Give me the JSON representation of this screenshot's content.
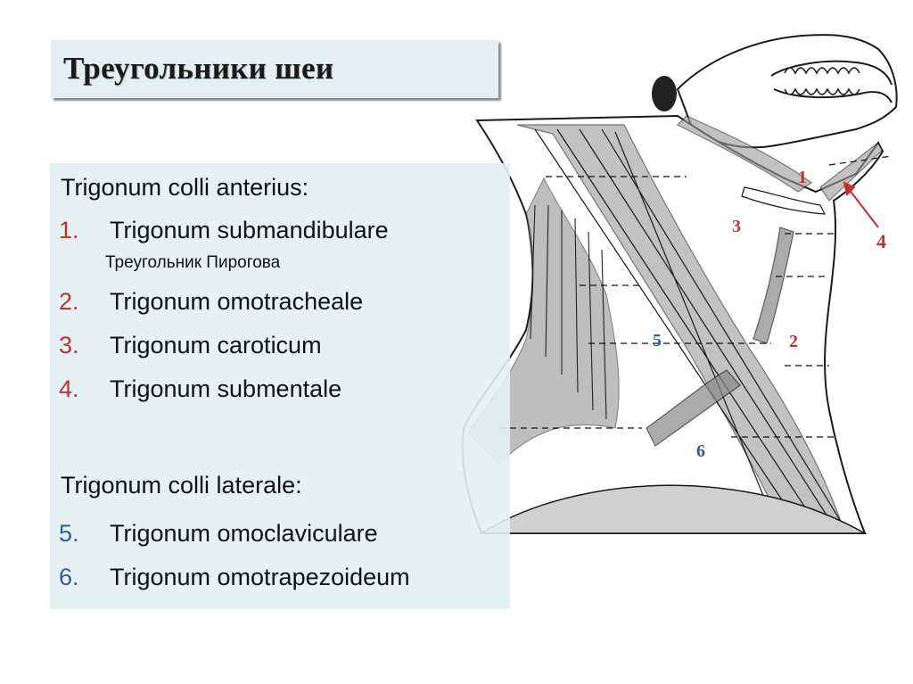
{
  "title": "Треугольники шеи",
  "anterior": {
    "heading": "Trigonum colli anterius:",
    "items": [
      {
        "num": "1.",
        "text": "Trigonum submandibulare"
      },
      {
        "num": "2.",
        "text": "Trigonum omotracheale"
      },
      {
        "num": "3.",
        "text": "Trigonum caroticum"
      },
      {
        "num": "4.",
        "text": "Trigonum submentale"
      }
    ],
    "subtitle": "Треугольник Пирогова"
  },
  "lateral": {
    "heading": "Trigonum colli laterale:",
    "items": [
      {
        "num": "5.",
        "text": "Trigonum omoclaviculare"
      },
      {
        "num": "6.",
        "text": "Trigonum omotrapezoideum"
      }
    ]
  },
  "figure_labels": {
    "l1": "1",
    "l2": "2",
    "l3": "3",
    "l4": "4",
    "l5": "5",
    "l6": "6"
  },
  "colors": {
    "number_red": "#c43030",
    "number_blue": "#2f5d9c",
    "panel_bg": "#e3eff2"
  }
}
